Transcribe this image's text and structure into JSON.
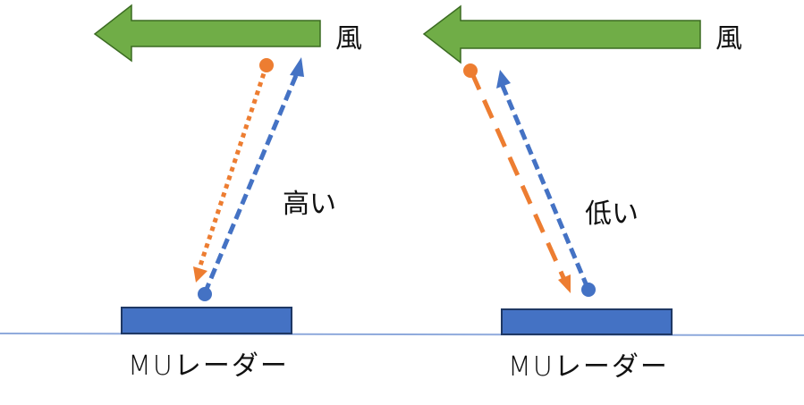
{
  "title": "MU radar wind measurement: high vs low echo",
  "colors": {
    "wind_arrow_fill": "#70AD47",
    "wind_arrow_stroke": "#3B6B22",
    "radar_fill": "#4472C4",
    "radar_stroke": "#1F3864",
    "ground_line": "#8FAADC",
    "transmit_beam": "#4472C4",
    "echo_beam": "#ED7D31"
  },
  "panels": [
    {
      "id": "high",
      "wind_label": "風",
      "height_label": "高い",
      "radar_label": "MUレーダー",
      "echo_line_style": "dotted",
      "transmit_line_style": "dashed"
    },
    {
      "id": "low",
      "wind_label": "風",
      "height_label": "低い",
      "radar_label": "MUレーダー",
      "echo_line_style": "long-dash",
      "transmit_line_style": "dashed"
    }
  ]
}
